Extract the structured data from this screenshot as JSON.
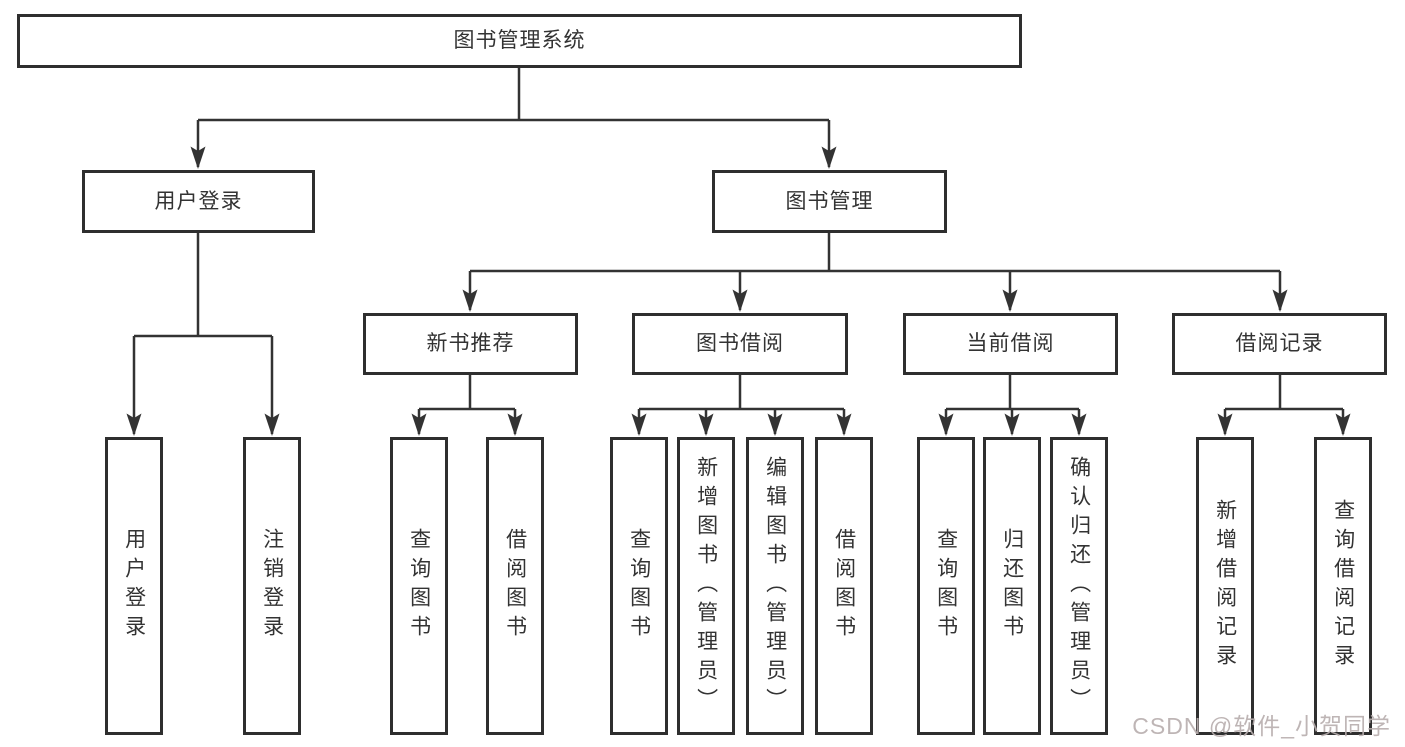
{
  "colors": {
    "line_color": "#333333",
    "box_border_color": "#2e2e2e",
    "text_color": "#333333",
    "watermark_color": "#b8aeae",
    "background_color": "#ffffff"
  },
  "watermark": {
    "text": "CSDN @软件_小贺同学"
  },
  "tree": {
    "root": {
      "label": "图书管理系统",
      "children": [
        {
          "label": "用户登录",
          "children": [
            {
              "label": "用户登录"
            },
            {
              "label": "注销登录"
            }
          ]
        },
        {
          "label": "图书管理",
          "children": [
            {
              "label": "新书推荐",
              "children": [
                {
                  "label": "查询图书"
                },
                {
                  "label": "借阅图书"
                }
              ]
            },
            {
              "label": "图书借阅",
              "children": [
                {
                  "label": "查询图书"
                },
                {
                  "label": "新增图书（管理员）"
                },
                {
                  "label": "编辑图书（管理员）"
                },
                {
                  "label": "借阅图书"
                }
              ]
            },
            {
              "label": "当前借阅",
              "children": [
                {
                  "label": "查询图书"
                },
                {
                  "label": "归还图书"
                },
                {
                  "label": "确认归还（管理员）"
                }
              ]
            },
            {
              "label": "借阅记录",
              "children": [
                {
                  "label": "新增借阅记录"
                },
                {
                  "label": "查询借阅记录"
                }
              ]
            }
          ]
        }
      ]
    }
  }
}
